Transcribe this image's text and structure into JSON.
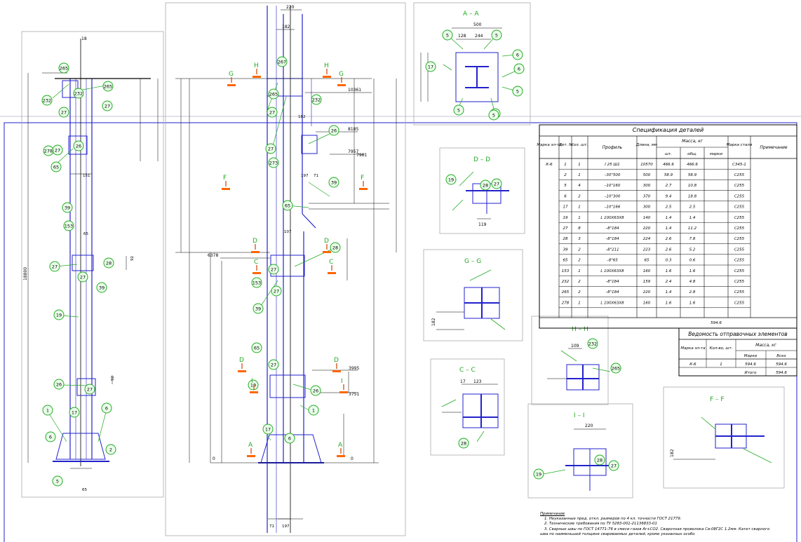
{
  "views": {
    "aa": {
      "title": "A – A",
      "dims": [
        "500",
        "128",
        "244"
      ],
      "refs": [
        "5",
        "5",
        "17",
        "6",
        "6",
        "5",
        "6",
        "5",
        "5"
      ]
    },
    "dd": {
      "title": "D – D",
      "dims": [
        "119"
      ],
      "refs": [
        "19",
        "28",
        "27"
      ]
    },
    "gg": {
      "title": "G – G",
      "dims": [
        "182"
      ],
      "refs": []
    },
    "hh": {
      "title": "H – H",
      "dims": [
        "109"
      ],
      "refs": [
        "232",
        "265"
      ]
    },
    "cc": {
      "title": "C – C",
      "dims": [
        "17",
        "123"
      ],
      "refs": [
        "28"
      ]
    },
    "ii": {
      "title": "I – I",
      "dims": [
        "220"
      ],
      "refs": [
        "19",
        "28",
        "27"
      ]
    },
    "ff": {
      "title": "F – F",
      "dims": [
        "182"
      ],
      "refs": []
    }
  },
  "elev1": {
    "top_dim": "18",
    "height_dim": "18800",
    "dims": [
      "151",
      "65",
      "92",
      "92",
      "65"
    ],
    "refs": [
      "265",
      "232",
      "232",
      "265",
      "27",
      "27",
      "27",
      "26",
      "278",
      "65",
      "39",
      "153",
      "27",
      "28",
      "27",
      "39",
      "19",
      "26",
      "27",
      "17",
      "1",
      "6",
      "6",
      "2",
      "5"
    ]
  },
  "elev2": {
    "top_dim": "220",
    "sub_dim": "182",
    "marks": [
      "10361",
      "8185",
      "7957",
      "7961",
      "6378",
      "3995",
      "3751",
      "0",
      "0"
    ],
    "dims": [
      "182",
      "197",
      "71",
      "107",
      "71",
      "197"
    ],
    "refs": [
      "267",
      "265",
      "232",
      "27",
      "26",
      "27",
      "273",
      "39",
      "65",
      "28",
      "27",
      "153",
      "27",
      "39",
      "65",
      "27",
      "19",
      "26",
      "1",
      "17",
      "6"
    ],
    "sections": [
      "G",
      "H",
      "H",
      "G",
      "F",
      "F",
      "D",
      "D",
      "C",
      "C",
      "D",
      "D",
      "I",
      "I",
      "A",
      "A"
    ]
  },
  "spec": {
    "title": "Спецификация деталей",
    "headers": {
      "mark": "Марка эл-та",
      "det": "Дет. N",
      "qty": "Кол. шт.",
      "profile": "Профиль",
      "length": "Длина, мм",
      "mass": "Масса, кг",
      "mass_pc": "шт.",
      "mass_tot": "общ.",
      "mass_mark": "марки",
      "steel": "Марка стали",
      "note": "Примечание"
    },
    "rows": [
      {
        "mark": "К-6",
        "det": "1",
        "qty": "1",
        "profile": "I 25 Ш1",
        "length": "10570",
        "pc": "466.6",
        "tot": "466.6",
        "steel": "С345-1"
      },
      {
        "mark": "",
        "det": "2",
        "qty": "1",
        "profile": "–30\"500",
        "length": "500",
        "pc": "58.9",
        "tot": "58.9",
        "steel": "С255"
      },
      {
        "mark": "",
        "det": "5",
        "qty": "4",
        "profile": "–10\"160",
        "length": "300",
        "pc": "2.7",
        "tot": "10.8",
        "steel": "С255"
      },
      {
        "mark": "",
        "det": "6",
        "qty": "2",
        "profile": "–10\"300",
        "length": "370",
        "pc": "9.4",
        "tot": "18.8",
        "steel": "С255"
      },
      {
        "mark": "",
        "det": "17",
        "qty": "1",
        "profile": "–10\"166",
        "length": "300",
        "pc": "2.5",
        "tot": "2.5",
        "steel": "С255"
      },
      {
        "mark": "",
        "det": "19",
        "qty": "1",
        "profile": "L 100Х63Х8",
        "length": "140",
        "pc": "1.4",
        "tot": "1.4",
        "steel": "С255"
      },
      {
        "mark": "",
        "det": "27",
        "qty": "8",
        "profile": "–8\"184",
        "length": "220",
        "pc": "1.4",
        "tot": "11.2",
        "steel": "С255"
      },
      {
        "mark": "",
        "det": "28",
        "qty": "3",
        "profile": "–8\"184",
        "length": "224",
        "pc": "2.6",
        "tot": "7.8",
        "steel": "С255"
      },
      {
        "mark": "",
        "det": "39",
        "qty": "2",
        "profile": "–8\"211",
        "length": "223",
        "pc": "2.6",
        "tot": "5.2",
        "steel": "С255"
      },
      {
        "mark": "",
        "det": "65",
        "qty": "2",
        "profile": "–8\"65",
        "length": "65",
        "pc": "0.3",
        "tot": "0.6",
        "steel": "С255"
      },
      {
        "mark": "",
        "det": "153",
        "qty": "1",
        "profile": "L 100Х63Х8",
        "length": "160",
        "pc": "1.6",
        "tot": "1.6",
        "steel": "С255"
      },
      {
        "mark": "",
        "det": "232",
        "qty": "2",
        "profile": "–8\"184",
        "length": "159",
        "pc": "2.4",
        "tot": "4.8",
        "steel": "С255"
      },
      {
        "mark": "",
        "det": "265",
        "qty": "2",
        "profile": "–8\"184",
        "length": "220",
        "pc": "1.4",
        "tot": "2.8",
        "steel": "С255"
      },
      {
        "mark": "",
        "det": "278",
        "qty": "1",
        "profile": "L 100Х63Х8",
        "length": "160",
        "pc": "1.6",
        "tot": "1.6",
        "steel": "С255"
      }
    ],
    "total_mark": "594.6"
  },
  "ved": {
    "title": "Ведомость отправочных элементов",
    "headers": {
      "mark": "Марка эл-та",
      "qty": "Кол-во, шт.",
      "mass": "Масса, кг",
      "mass_mark": "Марки",
      "mass_all": "Всех"
    },
    "rows": [
      {
        "mark": "К-6",
        "qty": "1",
        "m1": "594.6",
        "m2": "594.6"
      }
    ],
    "total_label": "Итого",
    "total": "594.6"
  },
  "notes": {
    "title": "Примечание",
    "lines": [
      "1. Неуказанные пред. откл. размеров по 4 кл. точности ГОСТ 21779.",
      "2. Технические требования по ТУ 5283-001-21136833-01",
      "3. Сварные швы по ГОСТ 14771-76 в смеси газов Ar+CO2. Сварочная проволока Св-08Г2С 1.2мм. Катет сварного",
      "шва по наименьшей толщине свариваемых деталей, кроме указанных особо"
    ]
  }
}
